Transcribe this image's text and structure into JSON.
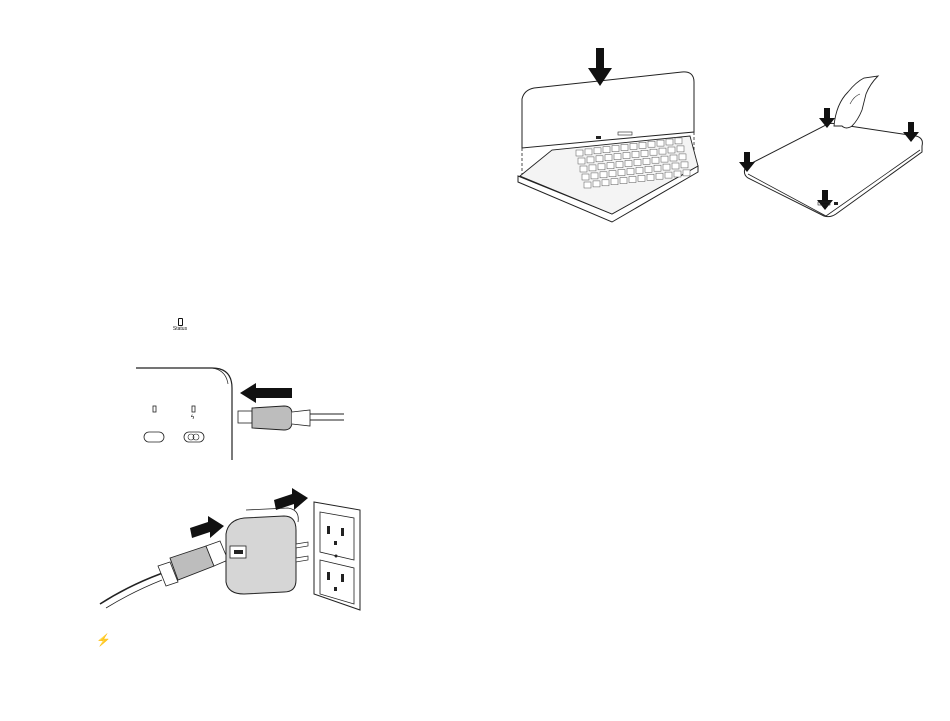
{
  "status_indicator": {
    "label": "Status"
  },
  "charging_symbol": "⚡",
  "figures": [
    {
      "name": "keyboard-case-insert-ipad"
    },
    {
      "name": "press-corners-to-secure"
    },
    {
      "name": "connect-usb-to-keyboard"
    },
    {
      "name": "plug-adapter-into-outlet"
    }
  ]
}
